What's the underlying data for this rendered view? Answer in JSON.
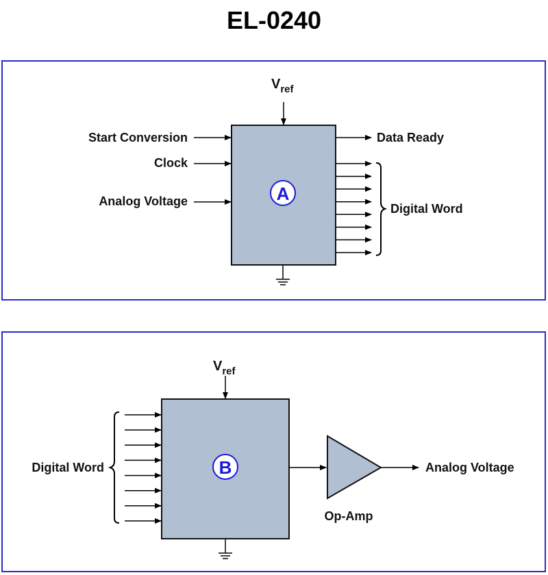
{
  "title": "EL-0240",
  "colors": {
    "panel_border": "#2b2bc8",
    "block_fill": "#b0bfd1",
    "badge": "#1a1adc"
  },
  "panel_a": {
    "badge": "A",
    "vref": {
      "main": "V",
      "sub": "ref"
    },
    "inputs": [
      "Start Conversion",
      "Clock",
      "Analog Voltage"
    ],
    "outputs": {
      "data_ready": "Data Ready",
      "digital_word": "Digital Word",
      "bit_count": 8
    }
  },
  "panel_b": {
    "badge": "B",
    "vref": {
      "main": "V",
      "sub": "ref"
    },
    "inputs": {
      "digital_word": "Digital Word",
      "bit_count": 8
    },
    "amplifier": "Op-Amp",
    "output": "Analog Voltage"
  }
}
